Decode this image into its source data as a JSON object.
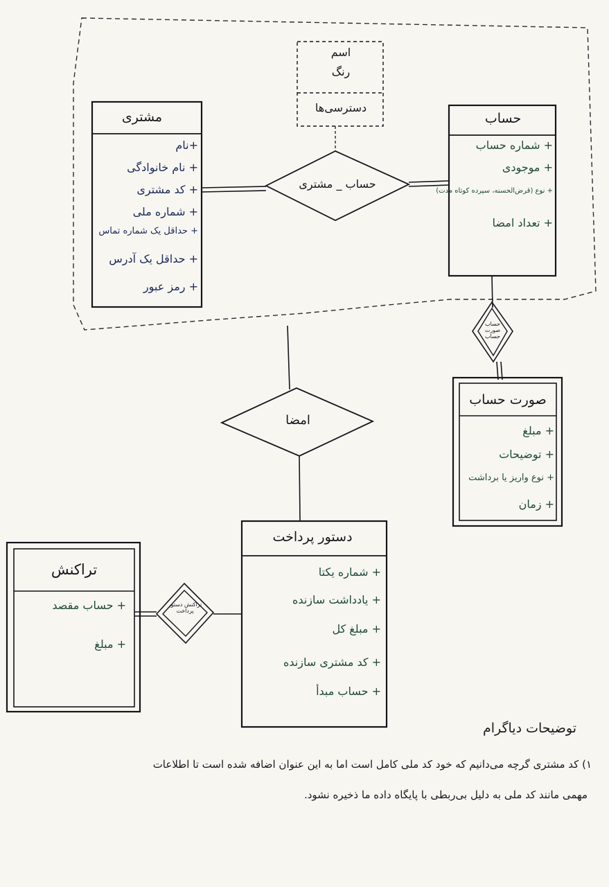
{
  "entities": {
    "customer": {
      "title": "مشتری",
      "attributes": [
        "+نام",
        "+ نام خانوادگی",
        "+ کد مشتری",
        "+ شماره ملی",
        "+ حداقل یک شماره تماس",
        "+ حداقل یک آدرس",
        "+ رمز عبور"
      ]
    },
    "account": {
      "title": "حساب",
      "attributes": [
        "+ شماره حساب",
        "+ موجودی",
        "+ نوع (قرض‌الحسنه، سپرده کوتاه مدت)",
        "+ تعداد امضا"
      ]
    },
    "statement": {
      "title": "صورت حساب",
      "attributes": [
        "+ مبلغ",
        "+ توضیحات",
        "+ نوع واریز یا برداشت",
        "+ زمان"
      ]
    },
    "payment_order": {
      "title": "دستور پرداخت",
      "attributes": [
        "+ شماره یکتا",
        "+ یادداشت سازنده",
        "+ مبلغ کل",
        "+ کد مشتری سازنده",
        "+ حساب مبدأ"
      ]
    },
    "transaction": {
      "title": "تراکنش",
      "attributes": [
        "+ حساب مقصد",
        "+ مبلغ"
      ]
    },
    "access_class": {
      "attributes": [
        "اسم",
        "رنگ"
      ],
      "methods": [
        "دسترسی‌ها"
      ]
    }
  },
  "relationships": {
    "account_customer": "حساب _ مشتری",
    "signature": "امضا",
    "account_statement": "حساب صورت حساب",
    "payment_transaction": "تراکنش دستور پرداخت"
  },
  "notes": {
    "title": "توضیحات دیاگرام",
    "lines": [
      "۱) کد مشتری گرچه می‌دانیم که خود کد ملی کامل است اما به این عنوان اضافه شده است تا اطلاعات",
      "مهمی مانند کد ملی به دلیل بی‌ربطی با پایگاه داده ما ذخیره نشود."
    ]
  },
  "colors": {
    "ink": "#15151c",
    "ink_blue": "#1d2a5a",
    "ink_green": "#1f4a3a",
    "paper": "#f7f6f1"
  }
}
